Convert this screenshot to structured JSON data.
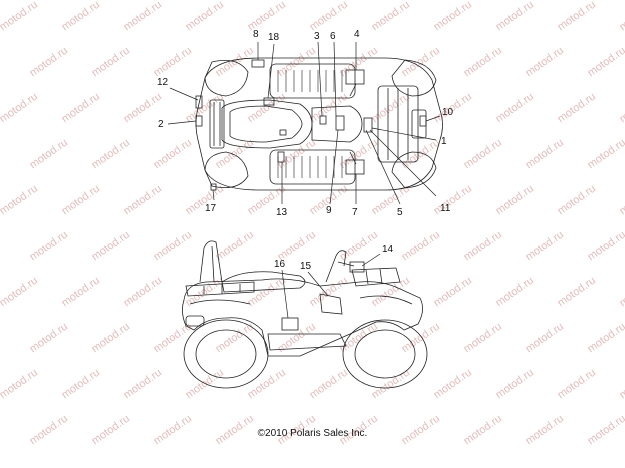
{
  "watermark": "motod.ru",
  "callouts": [
    "1",
    "2",
    "3",
    "4",
    "5",
    "6",
    "7",
    "8",
    "9",
    "10",
    "11",
    "12",
    "13",
    "14",
    "15",
    "16",
    "17",
    "18"
  ],
  "copyright": "©2010 Polaris Sales Inc."
}
